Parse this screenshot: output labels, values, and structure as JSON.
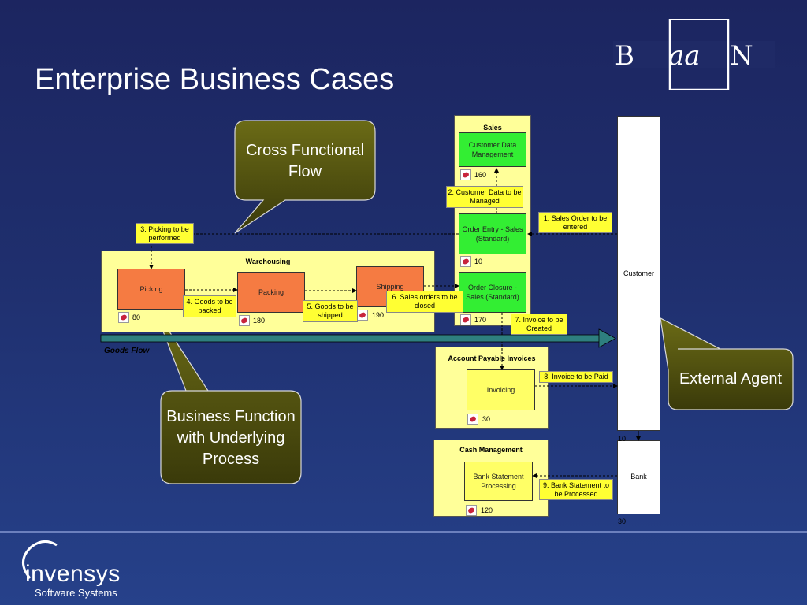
{
  "slide": {
    "title": "Enterprise Business Cases"
  },
  "logo": {
    "brand": "BaaN"
  },
  "footer": {
    "company": "invensys",
    "division": "Software Systems"
  },
  "callouts": {
    "cross": "Cross Functional Flow",
    "business": "Business Function with Underlying Process",
    "external": "External Agent"
  },
  "panels": {
    "sales": "Sales",
    "warehousing": "Warehousing",
    "ap": "Account Payable Invoices",
    "cash": "Cash Management"
  },
  "processes": {
    "customer_data": "Customer Data Management",
    "order_entry": "Order Entry - Sales (Standard)",
    "order_closure": "Order Closure - Sales (Standard)",
    "picking": "Picking",
    "packing": "Packing",
    "shipping": "Shipping",
    "invoicing": "Invoicing",
    "bank_statement": "Bank Statement Processing"
  },
  "agents": {
    "customer": "Customer",
    "bank": "Bank"
  },
  "numbers": {
    "customer_data": "160",
    "order_entry": "10",
    "order_closure": "170",
    "picking": "80",
    "packing": "180",
    "shipping": "190",
    "invoicing": "30",
    "bank_statement": "120",
    "customer": "10",
    "bank": "30"
  },
  "steps": {
    "s1": "1. Sales Order to be entered",
    "s2": "2. Customer Data to be Managed",
    "s3": "3. Picking to be performed",
    "s4": "4. Goods to be packed",
    "s5": "5. Goods to be shipped",
    "s6": "6. Sales orders to be closed",
    "s7": "7. Invoice to be Created",
    "s8": "8. Invoice to be Paid",
    "s9": "9. Bank Statement to be Processed"
  },
  "goods_flow": "Goods Flow",
  "colors": {
    "background": "#1f2f6e",
    "panel": "#ffff99",
    "process_green": "#33ee33",
    "process_orange": "#f57b42",
    "label_yellow": "#ffff33",
    "callout_olive": "#5a5a12",
    "goods_arrow": "#2e7f7f"
  }
}
